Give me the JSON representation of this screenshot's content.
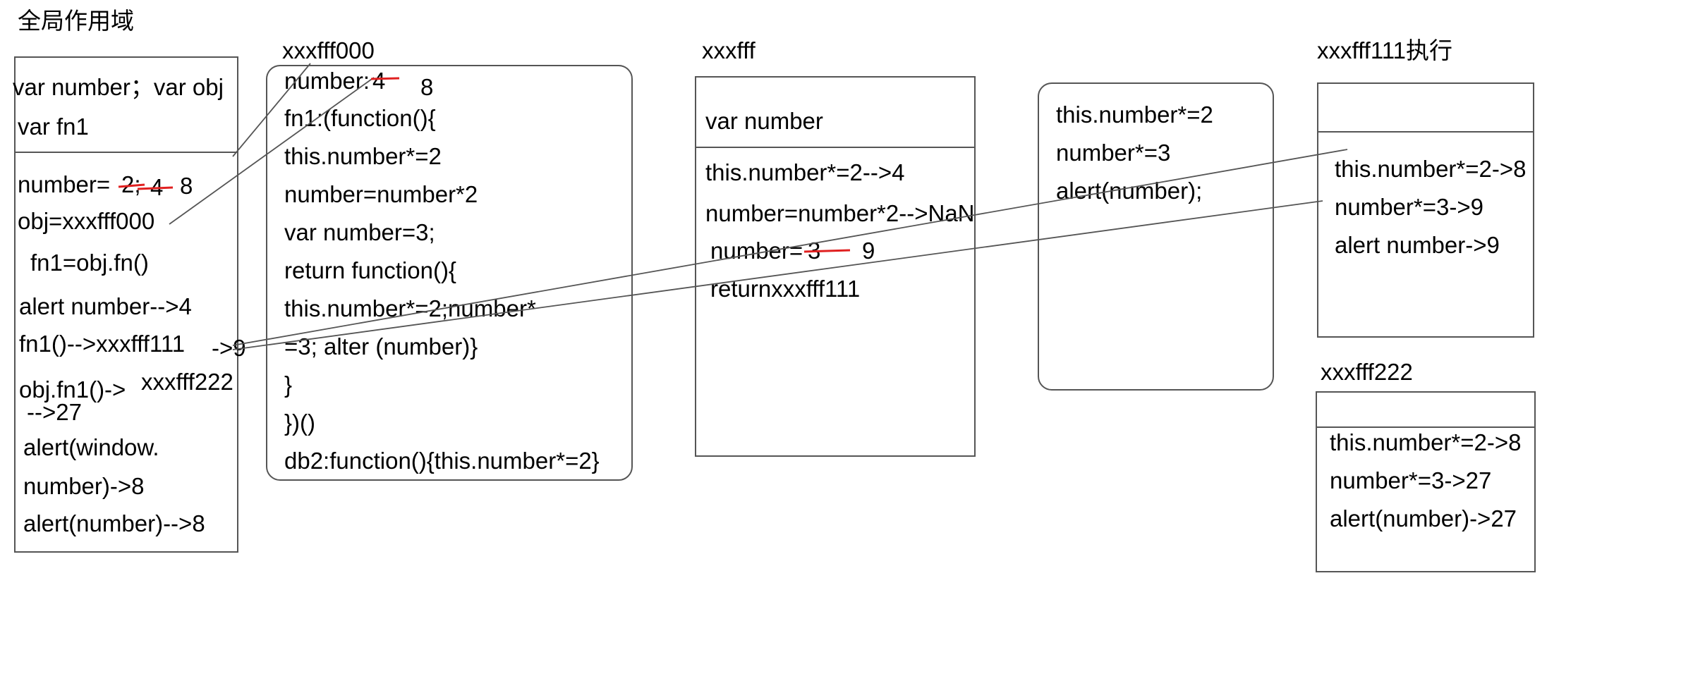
{
  "global_scope": {
    "title": "全局作用域",
    "decl_line1": "var number；var obj",
    "decl_line2": "var fn1",
    "lines": {
      "number_assign": "number=",
      "number_struck_2": "2;",
      "number_struck_4": "4",
      "number_final": "8",
      "obj_assign": "obj=xxxfff000",
      "fn1_assign": "fn1=obj.fn()",
      "alert_number": "alert number-->4",
      "fn1_call": "fn1()-->xxxfff111",
      "fn1_result": "->9",
      "objfn1_call": "obj.fn1()->",
      "objfn1_ref": "xxxfff222",
      "objfn1_result": "-->27",
      "alert_window_1": "alert(window.",
      "alert_window_2": "number)->8",
      "alert_number_final": "alert(number)-->8"
    }
  },
  "obj_heap": {
    "label": "xxxfff000",
    "number_key": "number:",
    "number_struck": "4",
    "number_new": "8",
    "lines": [
      "fn1:(function(){",
      "this.number*=2",
      "number=number*2",
      "var number=3;",
      "return function(){",
      "this.number*=2;number*",
      "=3; alter (number)}",
      "}",
      "})()",
      "db2:function(){this.number*=2}"
    ]
  },
  "fn_scope": {
    "label": "xxxfff",
    "header": "var number",
    "line1": "this.number*=2-->4",
    "line2": "number=number*2-->NaN",
    "line3_prefix": "number=",
    "line3_struck": "3",
    "line3_new": "9",
    "line4": "returnxxxfff111"
  },
  "inner_fn": {
    "lines": [
      "this.number*=2",
      "number*=3",
      "alert(number);"
    ]
  },
  "exec_111": {
    "label": "xxxfff111执行",
    "lines": [
      "this.number*=2->8",
      "number*=3->9",
      "alert number->9"
    ]
  },
  "exec_222": {
    "label": "xxxfff222",
    "lines": [
      "this.number*=2->8",
      "number*=3->27",
      "alert(number)->27"
    ]
  },
  "colors": {
    "strike": "#e02020",
    "line": "#555555",
    "text": "#000000"
  }
}
